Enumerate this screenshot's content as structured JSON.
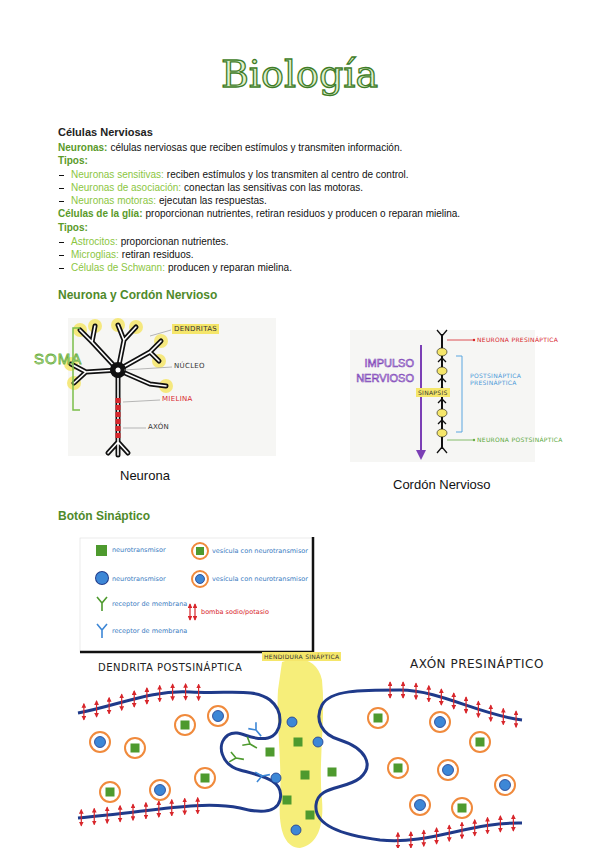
{
  "diagram": {
    "title": "Biología",
    "labels": [
      "Células Nerviosas",
      "Neuronas:",
      "células nerviosas que reciben estímulos y transmiten información.",
      "Tipos:",
      "Neuronas sensitivas:",
      "reciben estímulos y los transmiten al centro de control.",
      "Neuronas de asociación:",
      "conectan las sensitivas con las motoras.",
      "Neuronas motoras:",
      "ejecutan las respuestas.",
      "Células de la glía:",
      "proporcionan nutrientes, retiran residuos y producen o reparan mielina.",
      "Tipos:",
      "Astrocitos:",
      "proporcionan nutrientes.",
      "Microglias:",
      "retiran residuos.",
      "Células de Schwann:",
      "producen y reparan mielina.",
      "Neurona y Cordón Nervioso",
      "SOMA",
      "DENDRITAS",
      "NÚCLEO",
      "MIELINA",
      "AXÓN",
      "Neurona",
      "IMPULSO NERVIOSO",
      "SINAPSIS",
      "NEURONA PRESINÁPTICA",
      "POSTSINÁPTICA PRESINÁPTICA",
      "NEURONA POSTSINÁPTICA",
      "Cordón Nervioso",
      "Botón Sináptico",
      "DENDRITA POSTSINÁPTICA",
      "HENDIDURA SINÁPTICA",
      "AXÓN PRESINÁPTICO"
    ],
    "legend": [
      {
        "text": "neurotransmisor",
        "color": "#4e9a2e"
      },
      {
        "text": "vesícula con neurotransmisor"
      },
      {
        "text": "neurotransmisor",
        "color": "#3d87d6"
      },
      {
        "text": "vesícula con neurotransmisor"
      },
      {
        "text": "receptor de membrana"
      },
      {
        "text": "bomba sodio/potasio"
      },
      {
        "text": "receptor de membrana"
      }
    ]
  }
}
